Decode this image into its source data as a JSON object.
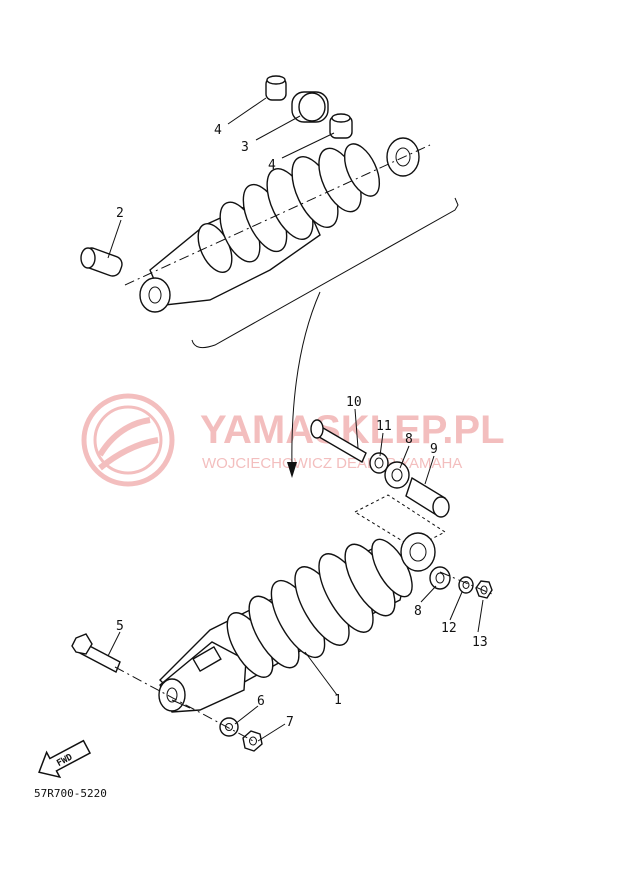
{
  "diagram_code": "57R700-5220",
  "fwd_label": "FWD",
  "watermark": {
    "title": "YAMASKLEP.PL",
    "subtitle": "WOJCIECHOWICZ DEALER YAMAHA",
    "color": "#f2b8b8"
  },
  "callouts": [
    {
      "id": "c4a",
      "label": "4"
    },
    {
      "id": "c3",
      "label": "3"
    },
    {
      "id": "c4b",
      "label": "4"
    },
    {
      "id": "c2",
      "label": "2"
    },
    {
      "id": "c10",
      "label": "10"
    },
    {
      "id": "c11",
      "label": "11"
    },
    {
      "id": "c8a",
      "label": "8"
    },
    {
      "id": "c9",
      "label": "9"
    },
    {
      "id": "c5",
      "label": "5"
    },
    {
      "id": "c8b",
      "label": "8"
    },
    {
      "id": "c12",
      "label": "12"
    },
    {
      "id": "c13",
      "label": "13"
    },
    {
      "id": "c1",
      "label": "1"
    },
    {
      "id": "c6",
      "label": "6"
    },
    {
      "id": "c7",
      "label": "7"
    }
  ]
}
